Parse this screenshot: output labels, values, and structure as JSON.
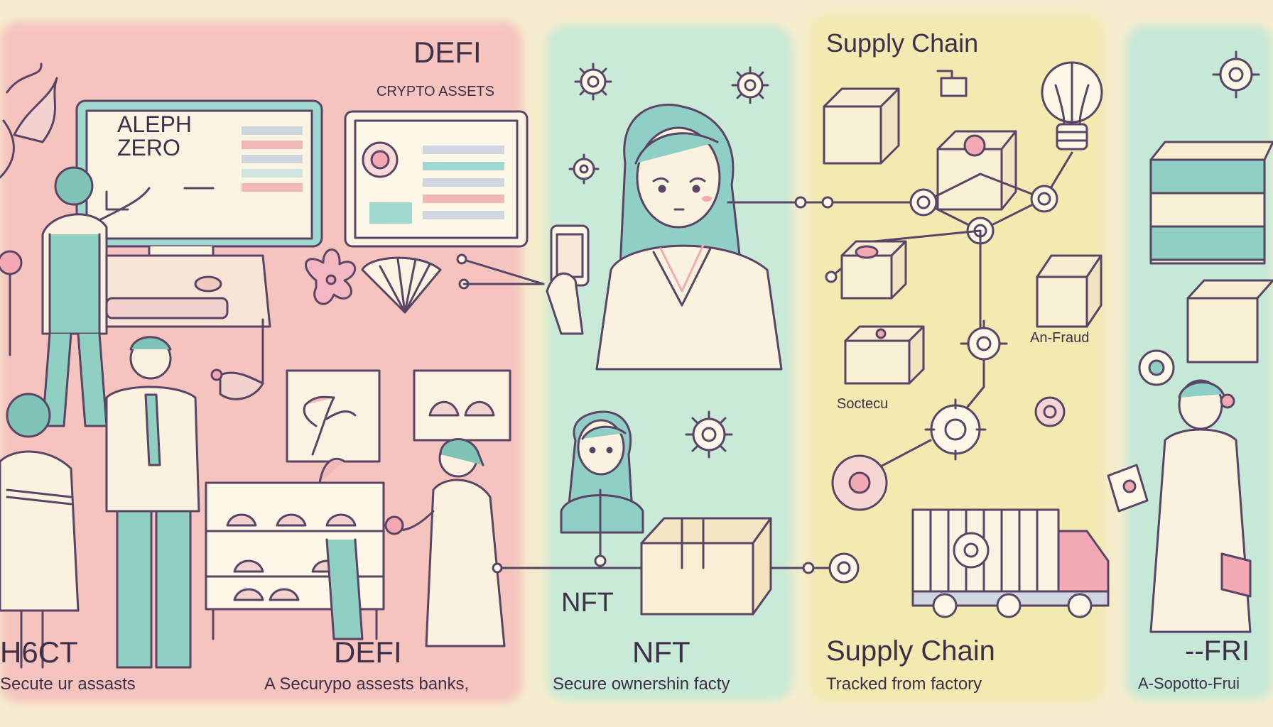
{
  "panels": [
    {
      "id": "defi",
      "title": "DEFI",
      "subtitle": "CRYPTO ASSETS",
      "screen_text_1": "ALEPH",
      "screen_text_2": "ZERO",
      "caption_left_heading": "H6CT",
      "caption_left_text": "Secute ur assasts",
      "caption_heading": "DEFI",
      "caption_text": "A Securypo assests banks,",
      "color": "#f6c7c0"
    },
    {
      "id": "nft",
      "label_small": "NFT",
      "caption_heading": "NFT",
      "caption_text": "Secure ownershin facty",
      "color": "#cdebd6"
    },
    {
      "id": "supply-chain",
      "title": "Supply Chain",
      "anti_fraud_label": "An-Fraud",
      "box_label": "Soctecu",
      "caption_heading": "Supply Chain",
      "caption_text": "Tracked from factory",
      "color": "#f3ebb5"
    },
    {
      "id": "anti-fraud",
      "caption_heading": "--FRI",
      "caption_text": "A-Sopotto-Frui",
      "color": "#c9ead7"
    }
  ],
  "colors": {
    "line": "#5a4566",
    "pink": "#f2a9b4",
    "teal": "#8fd0c2",
    "cream": "#f9f1d6",
    "paper": "#f5eccd"
  },
  "icons": [
    "gear-icon",
    "cube-icon",
    "lightbulb-icon",
    "truck-icon",
    "smartphone-icon",
    "flower-icon",
    "monitor-icon"
  ]
}
